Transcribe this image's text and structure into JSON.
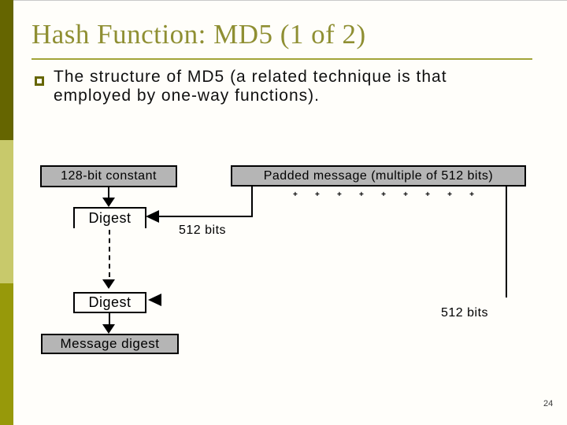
{
  "slide": {
    "title": "Hash Function: MD5 (1 of 2)",
    "bullet_lines": [
      "The structure of MD5 (a related technique is that",
      "employed by one-way functions)."
    ],
    "page_number": "24"
  },
  "diagram": {
    "constant_box": "128-bit constant",
    "padded_box": "Padded message (multiple of 512 bits)",
    "digest_box_1": "Digest",
    "digest_box_2": "Digest",
    "message_digest_box": "Message digest",
    "bits_label_1": "512 bits",
    "bits_label_2": "512 bits",
    "tick_marks": [
      "+",
      "+",
      "+",
      "+",
      "+",
      "+",
      "+",
      "+",
      "+"
    ]
  },
  "colors": {
    "sidebar_dark_olive": "#656500",
    "sidebar_light_olive": "#c8c96b",
    "sidebar_medium_olive": "#97990a",
    "title_olive": "#8f8f33",
    "underline_olive": "#a2a438",
    "box_gray": "#b5b5b5",
    "background": "#fffefa"
  }
}
